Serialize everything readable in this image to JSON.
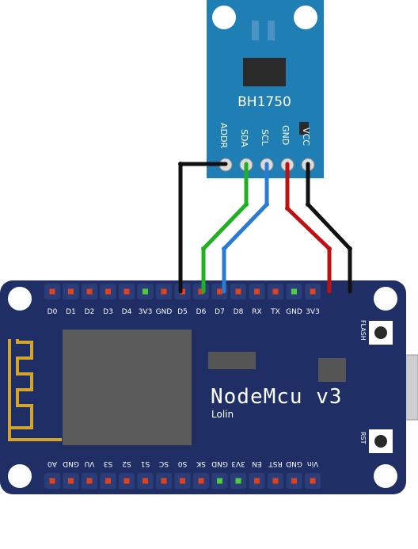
{
  "sensor": {
    "name": "BH1750",
    "pins": [
      {
        "key": "addr",
        "label": "ADDR"
      },
      {
        "key": "sda",
        "label": "SDA"
      },
      {
        "key": "scl",
        "label": "SCL"
      },
      {
        "key": "gnd",
        "label": "GND"
      },
      {
        "key": "vcc",
        "label": "VCC"
      }
    ]
  },
  "board": {
    "title": "NodeMcu v3",
    "subtitle": "Lolin",
    "flash_label": "FLASH",
    "rst_label": "RST",
    "top_pins": [
      "D0",
      "D1",
      "D2",
      "D3",
      "D4",
      "3V3",
      "GND",
      "D5",
      "D6",
      "D7",
      "D8",
      "RX",
      "TX",
      "GND",
      "3V3"
    ],
    "bottom_pins": [
      "A0",
      "GND",
      "VU",
      "S3",
      "S2",
      "S1",
      "SC",
      "S0",
      "SK",
      "GND",
      "3V3",
      "EN",
      "RST",
      "GND",
      "Vin"
    ]
  },
  "colors": {
    "board_blue": "#1f2f66",
    "sensor_blue": "#1f7fb5",
    "wire_black": "#111111",
    "wire_green": "#21b024",
    "wire_blue": "#2a7bd4",
    "wire_red": "#c01010",
    "header_pin_red": "#e0431c",
    "header_pin_green": "#4ccd3a",
    "antenna_gold": "#d4a52b"
  }
}
